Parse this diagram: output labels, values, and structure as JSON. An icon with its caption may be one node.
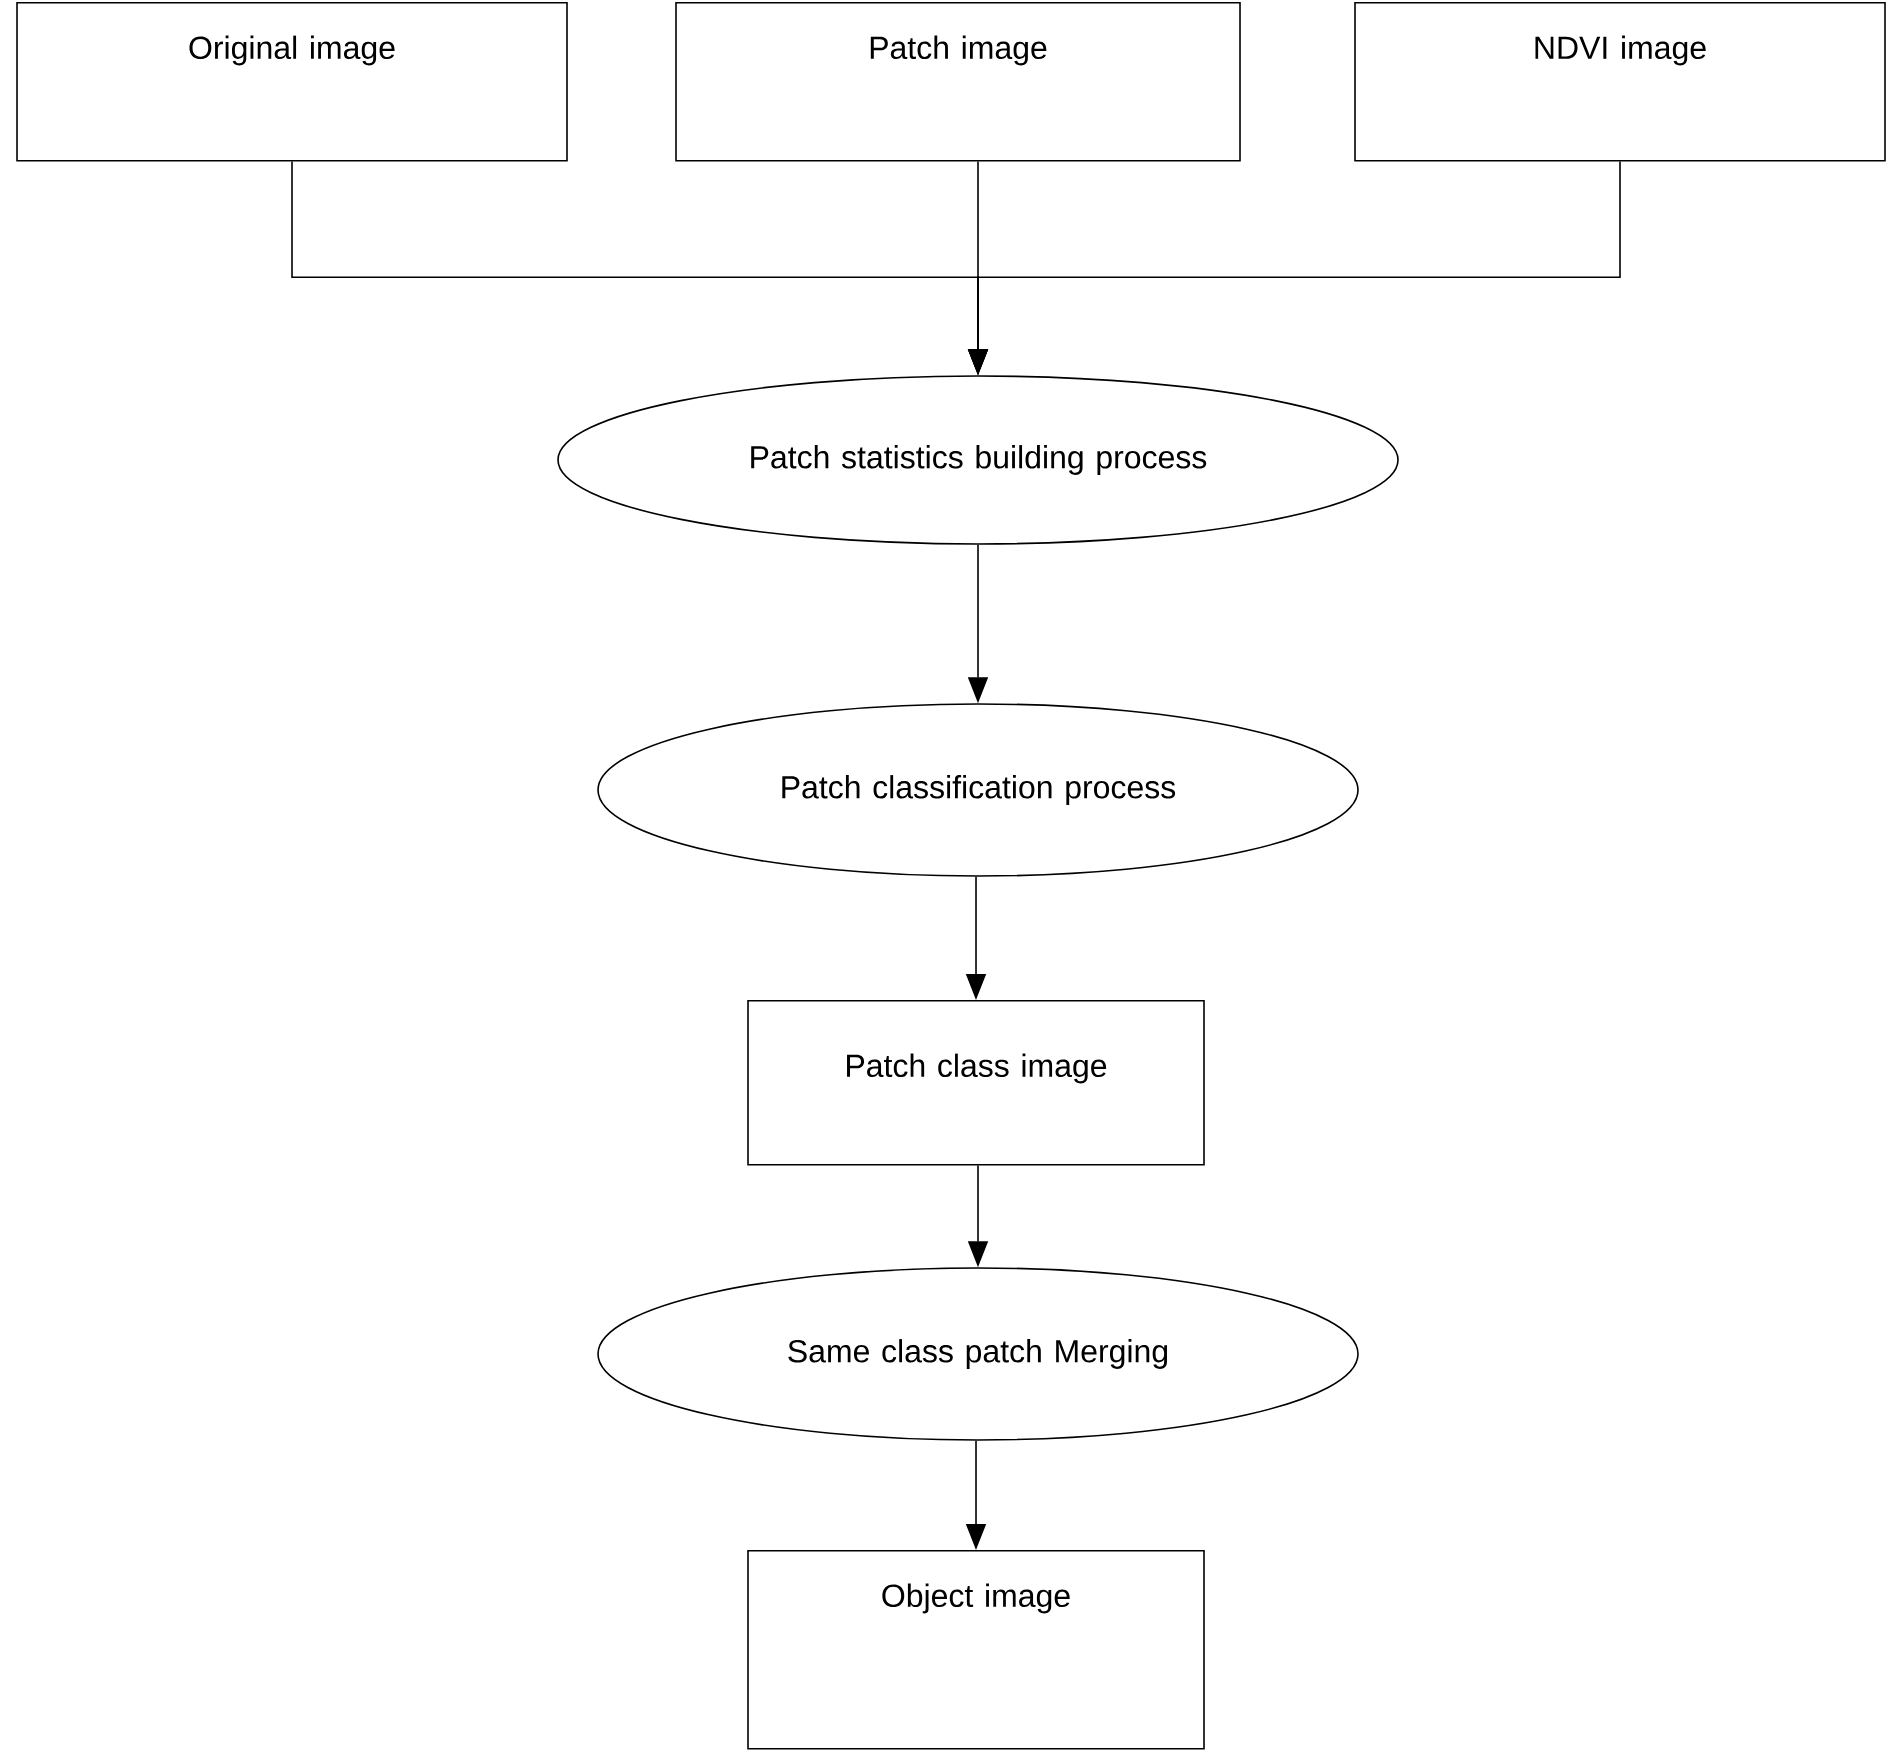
{
  "diagram": {
    "nodes": [
      {
        "text": [
          "Original image"
        ]
      },
      {
        "text": [
          "Patch image"
        ]
      },
      {
        "text": [
          "NDVI image"
        ]
      },
      {
        "text": [
          "Patch statistics building process"
        ]
      },
      {
        "text": [
          "Patch classification process"
        ]
      },
      {
        "text": [
          "Patch class image"
        ]
      },
      {
        "text": [
          "Same class patch Merging"
        ]
      },
      {
        "text": [
          "Object image"
        ]
      }
    ],
    "edges": [
      {
        "from": 0,
        "to": 3,
        "arrow": "to"
      },
      {
        "from": 1,
        "to": 3,
        "arrow": "to"
      },
      {
        "from": 2,
        "to": 3,
        "arrow": "to"
      },
      {
        "from": 3,
        "to": 4,
        "arrow": "to"
      },
      {
        "from": 4,
        "to": 5,
        "arrow": "to"
      },
      {
        "from": 5,
        "to": 6,
        "arrow": "to"
      },
      {
        "from": 6,
        "to": 7,
        "arrow": "to"
      }
    ]
  }
}
